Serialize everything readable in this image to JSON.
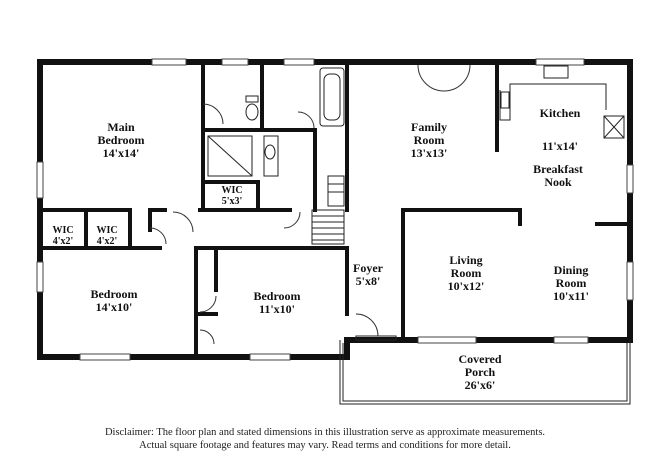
{
  "rooms": {
    "main_bedroom": {
      "name": "Main\nBedroom",
      "dims": "14'x14'"
    },
    "wic_main": {
      "name": "WIC",
      "dims": "5'x3'"
    },
    "wic_left1": {
      "name": "WIC",
      "dims": "4'x2'"
    },
    "wic_left2": {
      "name": "WIC",
      "dims": "4'x2'"
    },
    "family_room": {
      "name": "Family\nRoom",
      "dims": "13'x13'"
    },
    "kitchen": {
      "name": "Kitchen",
      "dims": "11'x14'"
    },
    "breakfast_nook": {
      "name": "Breakfast\nNook",
      "dims": ""
    },
    "foyer": {
      "name": "Foyer",
      "dims": "5'x8'"
    },
    "living_room": {
      "name": "Living\nRoom",
      "dims": "10'x12'"
    },
    "dining_room": {
      "name": "Dining\nRoom",
      "dims": "10'x11'"
    },
    "bedroom_left": {
      "name": "Bedroom",
      "dims": "14'x10'"
    },
    "bedroom_mid": {
      "name": "Bedroom",
      "dims": "11'x10'"
    },
    "covered_porch": {
      "name": "Covered\nPorch",
      "dims": "26'x6'"
    }
  },
  "disclaimer": {
    "line1": "Disclaimer: The floor plan and stated dimensions in this illustration serve as approximate measurements.",
    "line2": "Actual square footage and features may vary. Read terms and conditions for more detail."
  }
}
